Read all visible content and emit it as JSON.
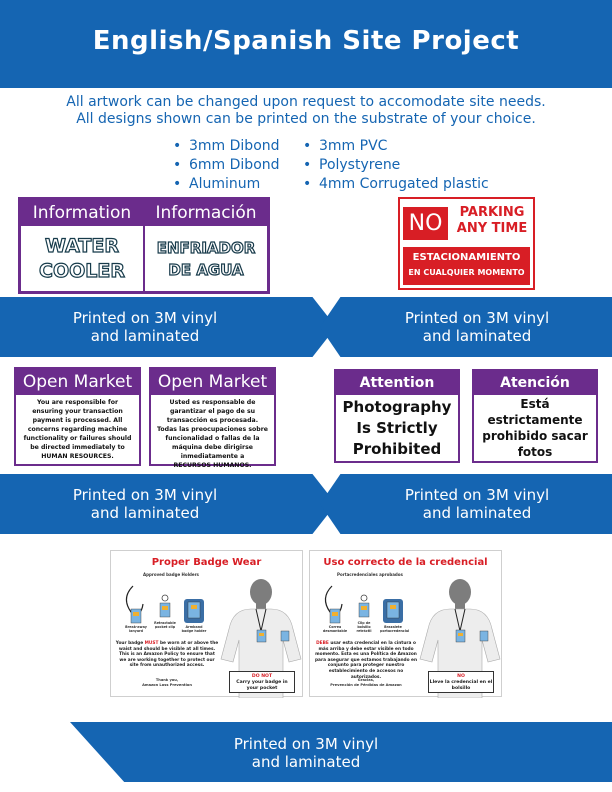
{
  "header": {
    "title": "English/Spanish Site Project"
  },
  "intro": {
    "line1": "All artwork can be changed upon request to accomodate site needs.",
    "line2": "All designs shown can be printed on the substrate of your choice."
  },
  "substrates": [
    "3mm Dibond",
    "3mm PVC",
    "6mm Dibond",
    "Polystyrene",
    "Aluminum",
    "4mm Corrugated plastic"
  ],
  "banner_caption": {
    "line1": "Printed on 3M vinyl",
    "line2": "and laminated"
  },
  "water_cooler_sign": {
    "en_head": "Information",
    "es_head": "Información",
    "en_line1": "WATER",
    "en_line2": "COOLER",
    "es_line1": "ENFRIADOR",
    "es_line2": "DE AGUA"
  },
  "no_parking_sign": {
    "no": "NO",
    "parking": "PARKING",
    "any_time": "ANY TIME",
    "es_line1": "ESTACIONAMIENTO",
    "es_line2": "EN CUALQUIER MOMENTO"
  },
  "open_market_en": {
    "head": "Open Market",
    "body": "You are responsible for ensuring your transaction payment is processed. All concerns regarding machine functionality or failures should be directed immediately to",
    "dept": "HUMAN RESOURCES."
  },
  "open_market_es": {
    "head": "Open Market",
    "body": "Usted es responsable de garantizar el pago de su transacción es procesada. Todas las preocupaciones sobre funcionalidad o fallas de la máquina debe dirigirse inmediatamente a",
    "dept": "RECURSOS HUMANOS."
  },
  "attention_en": {
    "head": "Attention",
    "line1": "Photography",
    "line2": "Is Strictly",
    "line3": "Prohibited"
  },
  "attention_es": {
    "head": "Atención",
    "line1": "Está",
    "line2": "estrictamente",
    "line3": "prohibido sacar",
    "line4": "fotos"
  },
  "badge_poster_en": {
    "title": "Proper Badge Wear",
    "subtitle": "Approved badge Holders",
    "cap1": "Break-away lanyard",
    "cap2": "Retractable pocket clip",
    "cap3": "Armband badge holder",
    "text_pre": "Your badge ",
    "text_must": "MUST",
    "text_post": " be worn at or above the waist and should be visible at all times. This is an Amazon Policy to ensure that we are working together to protect our site from unauthorized access.",
    "thanks1": "Thank you,",
    "thanks2": "Amazon Loss Prevention",
    "dont1": "DO NOT",
    "dont2": "Carry your badge in your pocket"
  },
  "badge_poster_es": {
    "title": "Uso correcto de la credencial",
    "subtitle": "Portacredenciales aprobados",
    "cap1": "Correa desmontable",
    "cap2": "Clip de bolsillo retráctil",
    "cap3": "Brazalete portacredencial",
    "text_pre": "",
    "text_must": "DEBE",
    "text_post": " usar esta credencial en la cintura o más arriba y debe estar visible en todo momento. Esta es una Política de Amazon para asegurar que estamos trabajando en conjunto para proteger nuestro establecimiento de accesos no autorizados.",
    "thanks1": "Gracias,",
    "thanks2": "Prevención de Pérdidas de Amazon",
    "dont1": "NO",
    "dont2": "Lleve la credencial en el bolsillo"
  },
  "colors": {
    "brand_blue": "#1565b2",
    "sign_purple": "#6b2c8c",
    "sign_red": "#d81e25"
  }
}
